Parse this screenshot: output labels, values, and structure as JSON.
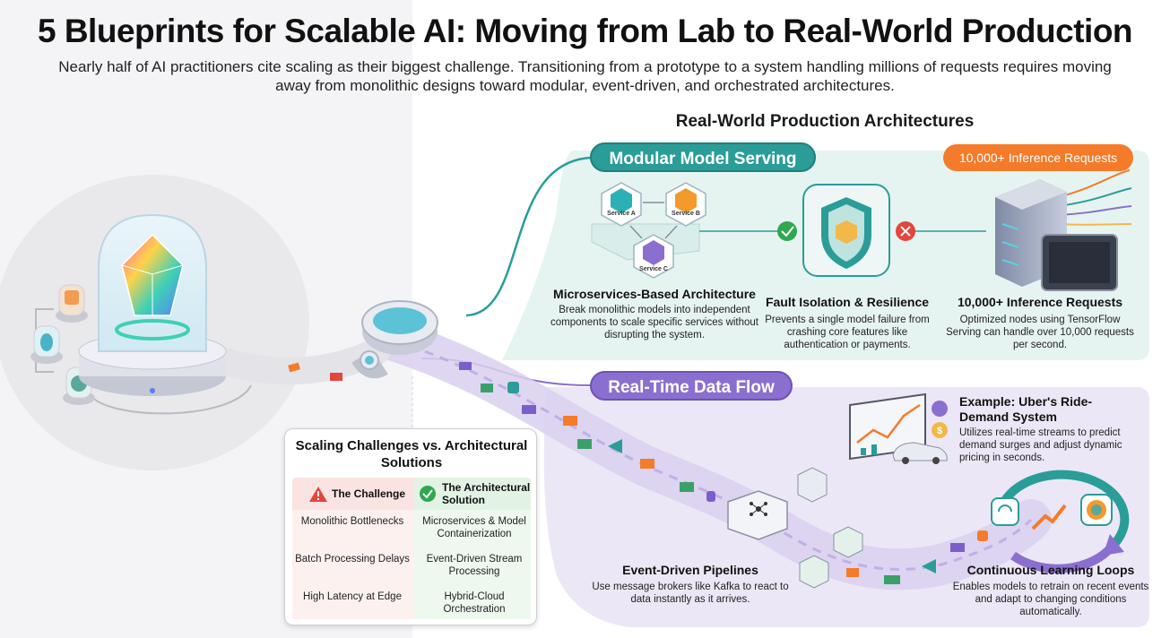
{
  "header": {
    "title": "5 Blueprints for Scalable AI: Moving from Lab to Real-World Production",
    "subtitle": "Nearly half of AI practitioners cite scaling as their biggest challenge. Transitioning from a prototype to a system handling millions of requests requires moving away from monolithic designs toward modular, event-driven, and orchestrated architectures."
  },
  "production": {
    "section_title": "Real-World Production Architectures",
    "modular_label": "Modular Model Serving",
    "realtime_label": "Real-Time Data Flow",
    "requests_badge": "10,000+ Inference Requests"
  },
  "services": {
    "a": "Service A",
    "b": "Service B",
    "c": "Service C"
  },
  "blueprints": {
    "microservices": {
      "title": "Microservices-Based Architecture",
      "desc": "Break monolithic models into independent components to scale specific services without disrupting the system."
    },
    "fault": {
      "title": "Fault Isolation & Resilience",
      "desc": "Prevents a single model failure from crashing core features like authentication or payments."
    },
    "inference": {
      "title": "10,000+ Inference Requests",
      "desc": "Optimized nodes using TensorFlow Serving can handle over 10,000 requests per second."
    },
    "uber": {
      "title": "Example: Uber's Ride-Demand System",
      "desc": "Utilizes real-time streams to predict demand surges and adjust dynamic pricing in seconds."
    },
    "event": {
      "title": "Event-Driven Pipelines",
      "desc": "Use message brokers like Kafka to react to data instantly as it arrives."
    },
    "learning": {
      "title": "Continuous Learning Loops",
      "desc": "Enables models to retrain on recent events and adapt to changing conditions automatically."
    }
  },
  "comparison": {
    "title": "Scaling Challenges vs. Architectural Solutions",
    "challenge_header": "The Challenge",
    "solution_header": "The Architectural Solution",
    "rows": [
      {
        "challenge": "Monolithic Bottlenecks",
        "solution": "Microservices & Model Containerization"
      },
      {
        "challenge": "Batch Processing Delays",
        "solution": "Event-Driven Stream Processing"
      },
      {
        "challenge": "High Latency at Edge",
        "solution": "Hybrid-Cloud Orchestration"
      }
    ]
  },
  "colors": {
    "teal": "#2a9d98",
    "orange": "#f47b2a",
    "purple": "#8b6fd0",
    "challenge_red": "#e2463c",
    "solution_green": "#2fa84f"
  }
}
